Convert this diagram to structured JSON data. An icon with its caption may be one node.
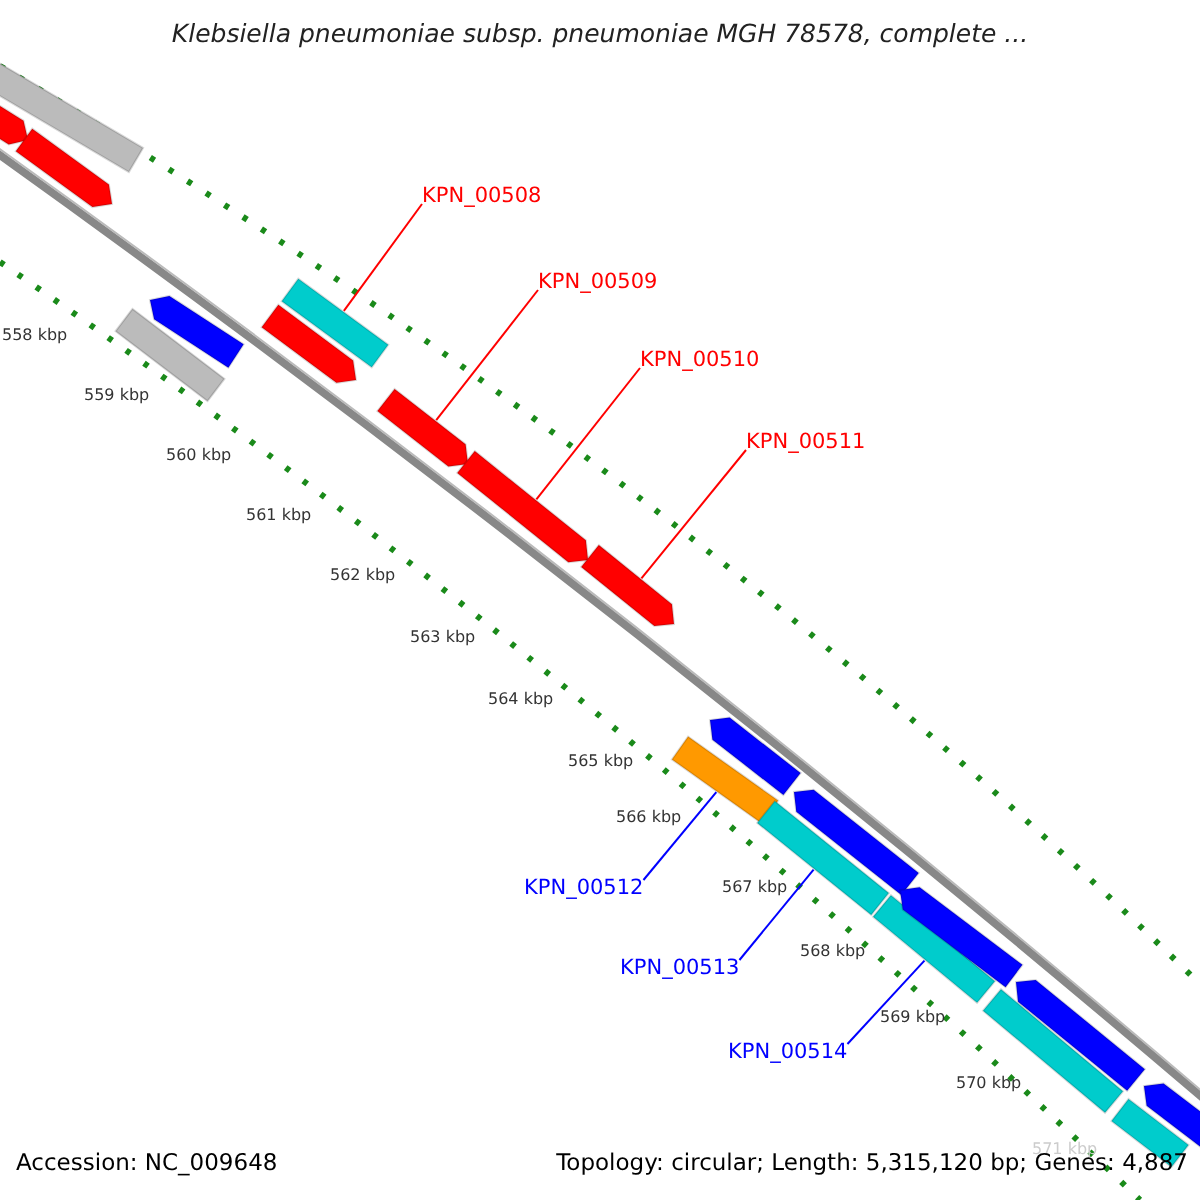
{
  "diagram": {
    "title": "Klebsiella pneumoniae subsp. pneumoniae MGH 78578, complete ...",
    "nodes": [
      {
        "text": [
          "KPN_00508"
        ]
      },
      {
        "text": [
          "KPN_00509"
        ]
      },
      {
        "text": [
          "KPN_00510"
        ]
      },
      {
        "text": [
          "KPN_00511"
        ]
      },
      {
        "text": [
          "KPN_00512"
        ]
      },
      {
        "text": [
          "KPN_00513"
        ]
      },
      {
        "text": [
          "KPN_00514"
        ]
      },
      {
        "text": [],
        "shape": "bar"
      },
      {
        "text": [],
        "shape": "arrow"
      },
      {
        "text": [],
        "shape": "arrow"
      },
      {
        "text": [],
        "shape": "bar"
      },
      {
        "text": [],
        "shape": "arrow"
      },
      {
        "text": [],
        "shape": "arrow"
      },
      {
        "text": [],
        "shape": "bar"
      },
      {
        "text": [],
        "shape": "arrow"
      },
      {
        "text": [],
        "shape": "arrow"
      },
      {
        "text": [],
        "shape": "arrow"
      },
      {
        "text": [],
        "shape": "bar"
      },
      {
        "text": [],
        "shape": "arrow"
      },
      {
        "text": [],
        "shape": "bar"
      },
      {
        "text": [],
        "shape": "arrow"
      },
      {
        "text": [],
        "shape": "bar"
      },
      {
        "text": [],
        "shape": "arrow"
      },
      {
        "text": [],
        "shape": "bar"
      },
      {
        "text": [],
        "shape": "arrow"
      },
      {
        "text": [],
        "shape": "bar"
      },
      {
        "text": [],
        "shape": "arrow"
      }
    ],
    "edges": [
      {
        "from": 0,
        "to": 13,
        "arrow": "none",
        "color": "#ff0000"
      },
      {
        "from": 1,
        "to": 14,
        "arrow": "none",
        "color": "#ff0000"
      },
      {
        "from": 2,
        "to": 15,
        "arrow": "none",
        "color": "#ff0000"
      },
      {
        "from": 3,
        "to": 16,
        "arrow": "none",
        "color": "#ff0000"
      },
      {
        "from": 4,
        "to": 17,
        "arrow": "none",
        "color": "#0000ff"
      },
      {
        "from": 5,
        "to": 19,
        "arrow": "none",
        "color": "#0000ff"
      },
      {
        "from": 6,
        "to": 21,
        "arrow": "none",
        "color": "#0000ff"
      }
    ],
    "labels": [
      "558 kbp",
      "559 kbp",
      "560 kbp",
      "561 kbp",
      "562 kbp",
      "563 kbp",
      "564 kbp",
      "565 kbp",
      "566 kbp",
      "567 kbp",
      "568 kbp",
      "569 kbp",
      "570 kbp",
      "571 kbp",
      "Accession: NC_009648",
      "Topology: circular; Length: 5,315,120 bp; Genes: 4,887"
    ]
  }
}
